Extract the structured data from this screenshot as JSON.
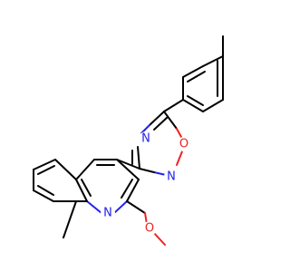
{
  "molecule": {
    "atoms": [
      {
        "id": "n_ring_oxadiazole_top",
        "symbol": "N",
        "color": "#2222ee"
      },
      {
        "id": "o_ring_oxadiazole",
        "symbol": "O",
        "color": "#ee2222"
      },
      {
        "id": "n_ring_oxadiazole_bottom",
        "symbol": "N",
        "color": "#2222ee"
      },
      {
        "id": "n_quinoline",
        "symbol": "N",
        "color": "#2222ee"
      },
      {
        "id": "o_methoxy",
        "symbol": "O",
        "color": "#ee2222"
      }
    ],
    "colors": {
      "bond": "#000000",
      "nitrogen": "#2222ee",
      "oxygen": "#ee2222",
      "background": "#ffffff"
    }
  }
}
